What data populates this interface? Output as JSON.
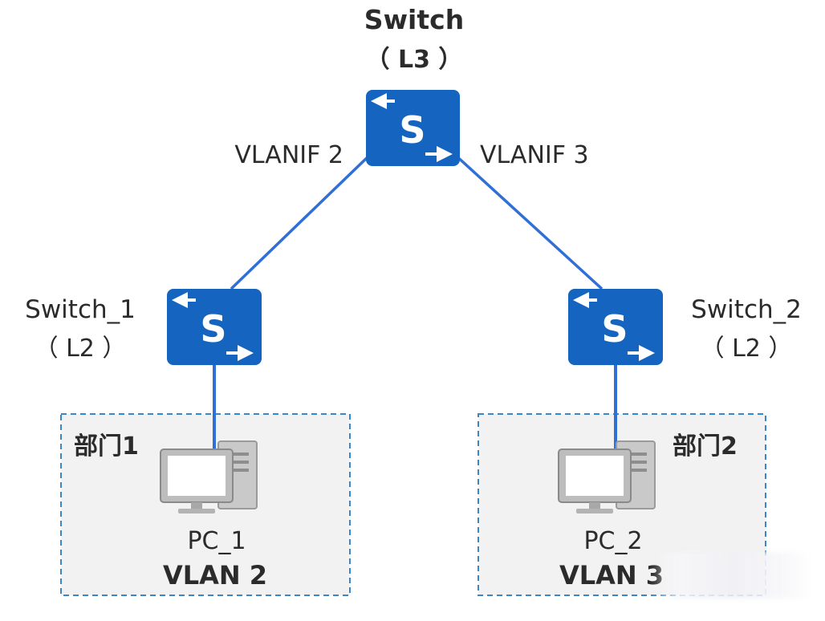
{
  "switches": {
    "core": {
      "name": "Switch",
      "layer": "（ L3 ）"
    },
    "access1": {
      "name": "Switch_1",
      "layer": "（ L2 ）"
    },
    "access2": {
      "name": "Switch_2",
      "layer": "（ L2 ）"
    },
    "glyph": "S"
  },
  "links": {
    "left_label": "VLANIF 2",
    "right_label": "VLANIF 3"
  },
  "departments": [
    {
      "name": "部门1",
      "pc": "PC_1",
      "vlan": "VLAN 2"
    },
    {
      "name": "部门2",
      "pc": "PC_2",
      "vlan": "VLAN 3"
    }
  ],
  "icons": {
    "switch": "switch-icon",
    "pc": "desktop-computer-icon"
  },
  "colors": {
    "switch_fill": "#1565c0",
    "link": "#2f6fd6",
    "zone_border": "#3a86c8",
    "zone_fill": "#f2f2f2",
    "text": "#2b2b2b"
  }
}
